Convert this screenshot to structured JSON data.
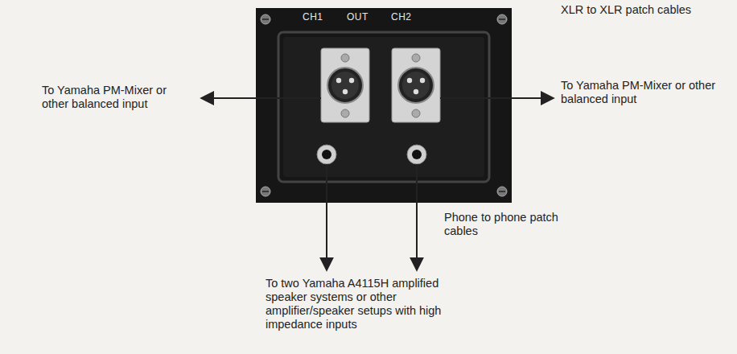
{
  "diagram": {
    "nodes": [
      {
        "text": [
          "CH1",
          "OUT",
          "CH2"
        ]
      }
    ],
    "labels": [
      "XLR to XLR patch cables",
      "To Yamaha PM-Mixer or other balanced input",
      "To Yamaha PM-Mixer or other balanced input",
      "Phone to phone patch cables",
      "To two Yamaha A4115H amplified speaker systems or other amplifier/speaker setups with high impedance inputs"
    ]
  }
}
